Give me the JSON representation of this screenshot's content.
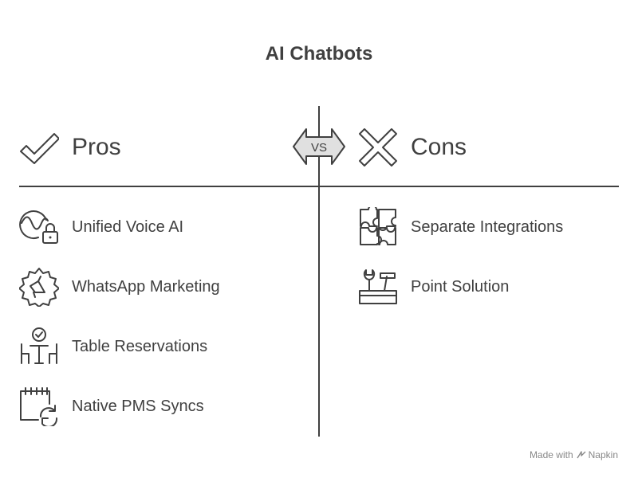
{
  "title": "AI Chatbots",
  "vs_label": "VS",
  "pros": {
    "heading": "Pros",
    "heading_icon": "checkmark-icon",
    "items": [
      {
        "label": "Unified Voice AI",
        "icon": "voice-wave-lock-icon"
      },
      {
        "label": "WhatsApp Marketing",
        "icon": "megaphone-gear-icon"
      },
      {
        "label": "Table Reservations",
        "icon": "table-chairs-check-icon"
      },
      {
        "label": "Native PMS Syncs",
        "icon": "calendar-sync-icon"
      }
    ]
  },
  "cons": {
    "heading": "Cons",
    "heading_icon": "cross-icon",
    "items": [
      {
        "label": "Separate Integrations",
        "icon": "puzzle-pieces-icon"
      },
      {
        "label": "Point Solution",
        "icon": "toolbox-icon"
      }
    ]
  },
  "footer": {
    "made_with": "Made with",
    "brand": "Napkin"
  },
  "colors": {
    "ink": "#404040",
    "badge_fill": "#e0e0e0",
    "footer_text": "#888888"
  }
}
